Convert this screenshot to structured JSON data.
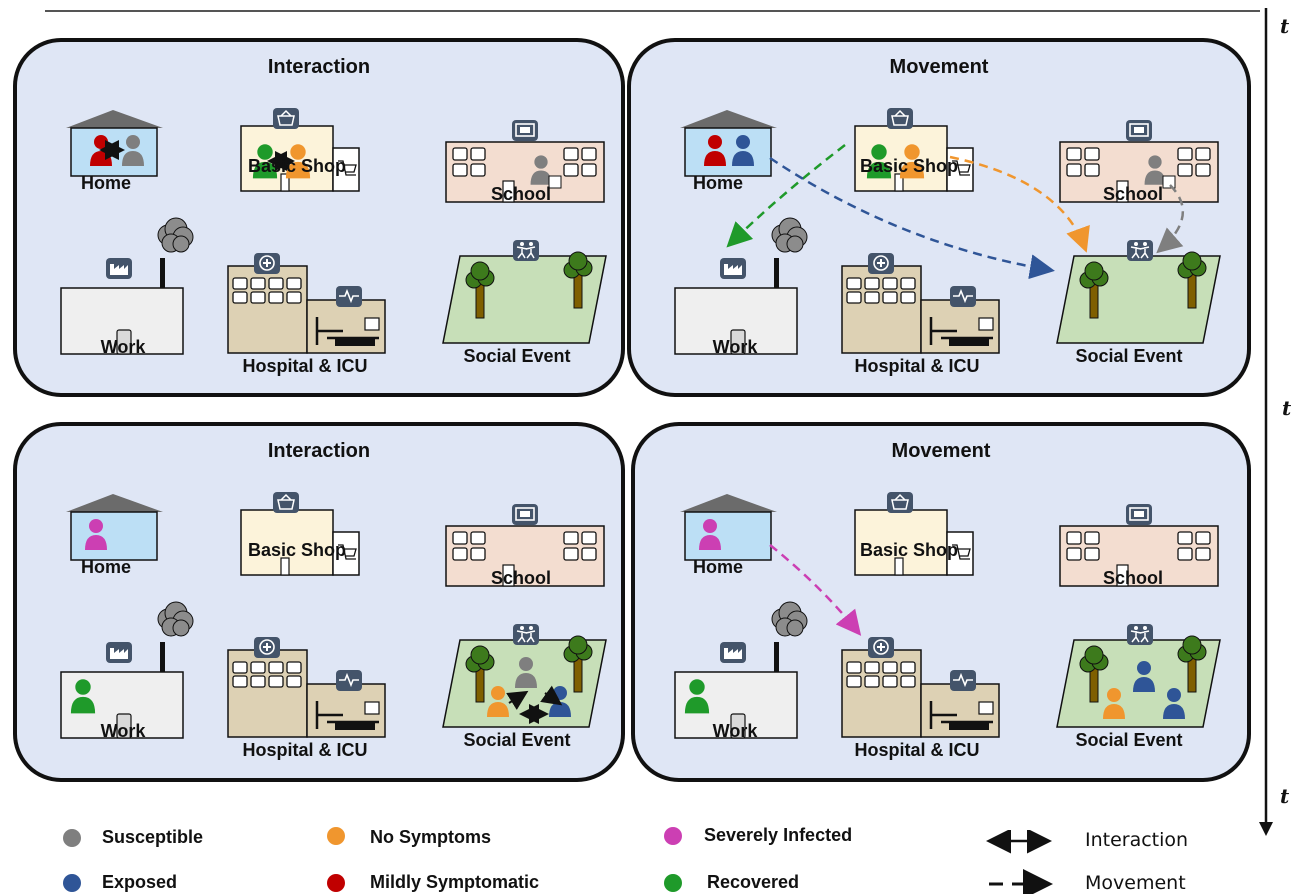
{
  "panels": [
    {
      "title": "Interaction",
      "locations": {
        "home": "Home",
        "shop": "Basic Shop",
        "school": "School",
        "work": "Work",
        "hospital": "Hospital & ICU",
        "social": "Social Event"
      }
    },
    {
      "title": "Movement",
      "locations": {
        "home": "Home",
        "shop": "Basic Shop",
        "school": "School",
        "work": "Work",
        "hospital": "Hospital & ICU",
        "social": "Social Event"
      }
    },
    {
      "title": "Interaction",
      "locations": {
        "home": "Home",
        "shop": "Basic Shop",
        "school": "School",
        "work": "Work",
        "hospital": "Hospital & ICU",
        "social": "Social Event"
      }
    },
    {
      "title": "Movement",
      "locations": {
        "home": "Home",
        "shop": "Basic Shop",
        "school": "School",
        "work": "Work",
        "hospital": "Hospital & ICU",
        "social": "Social Event"
      }
    }
  ],
  "timeline": {
    "top": "t",
    "middle": "t",
    "bottom": "t"
  },
  "legend": {
    "states": [
      {
        "label": "Susceptible",
        "color": "#7f7f7f"
      },
      {
        "label": "Exposed",
        "color": "#2f5597"
      },
      {
        "label": "No Symptoms",
        "color": "#f0962e"
      },
      {
        "label": "Mildly Symptomatic",
        "color": "#c00000"
      },
      {
        "label": "Severely Infected",
        "color": "#cc3fb3"
      },
      {
        "label": "Recovered",
        "color": "#1f9a2a"
      }
    ],
    "arrows": {
      "interaction": "Interaction",
      "movement": "Movement"
    }
  },
  "colors": {
    "panel_bg": "#dfe6f5",
    "susceptible": "#7f7f7f",
    "exposed": "#2f5597",
    "no_symptoms": "#f0962e",
    "mild": "#c00000",
    "severe": "#cc3fb3",
    "recovered": "#1f9a2a"
  }
}
